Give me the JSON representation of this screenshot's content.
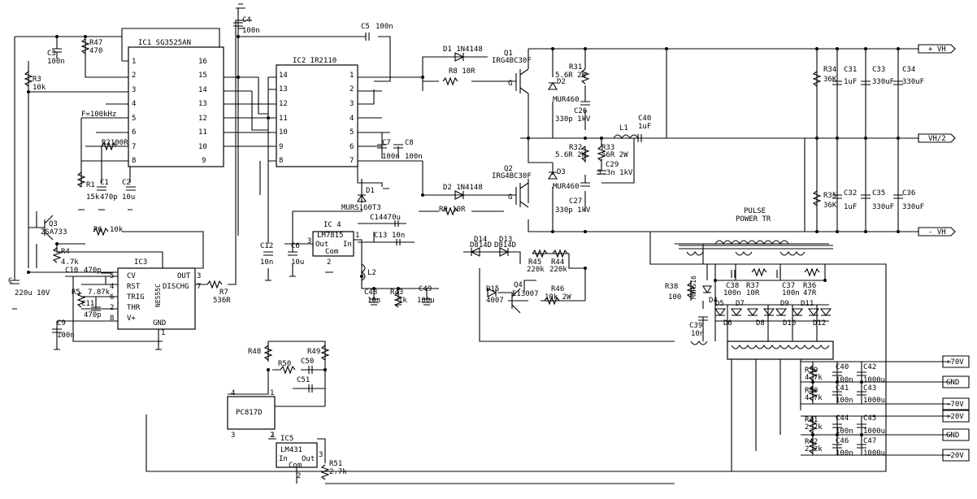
{
  "ic1": {
    "name": "IC1 SG3525AN",
    "left_pins": [
      "1",
      "2",
      "3",
      "4",
      "5",
      "6",
      "7",
      "8"
    ],
    "right_pins": [
      "16",
      "15",
      "14",
      "13",
      "12",
      "11",
      "10",
      "9"
    ],
    "freq": "F=100kHz"
  },
  "ic2": {
    "name": "IC2 IR2110",
    "left_pins": [
      "14",
      "13",
      "12",
      "11",
      "10",
      "9",
      "8"
    ],
    "right_pins": [
      "1",
      "2",
      "3",
      "4",
      "5",
      "6",
      "7"
    ]
  },
  "ic3": {
    "name": "IC3",
    "chip": "NE555C",
    "left_pins": [
      "5",
      "4",
      "6",
      "2",
      "8"
    ],
    "left_labels": [
      "CV",
      "RST",
      "TRIG",
      "THR",
      "V+"
    ],
    "right_pins": [
      "3",
      "7"
    ],
    "right_labels": [
      "OUT",
      "DISCHG"
    ],
    "gnd": "GND",
    "gnd_pin": "1"
  },
  "ic4": {
    "name": "IC 4",
    "chip": "LM7815",
    "out": "Out",
    "in": "In",
    "com": "Com",
    "pin_out": "3",
    "pin_in": "1",
    "pin_com": "2"
  },
  "ic5": {
    "name": "IC5",
    "chip": "LM431",
    "in": "In",
    "out": "Out",
    "com": "Com",
    "pin1": "1",
    "pin3": "3",
    "pin2": "2"
  },
  "opto": {
    "name": "PC817D",
    "pins": [
      "4",
      "1",
      "3",
      "2"
    ]
  },
  "transformer": {
    "label1": "PULSE",
    "label2": "POWER TR"
  },
  "labels": {
    "c3": "C3",
    "c3v": "100n",
    "r47": "R47",
    "r47v": "470",
    "r3": "R3",
    "r3v": "10k",
    "c4": "C4",
    "c4v": "100n",
    "c5": "C5",
    "c5v": "100n",
    "r2": "R2100R",
    "r1": "R1",
    "r1v": "15k",
    "c1": "C1",
    "c1v": "470p",
    "c2": "C2",
    "c2v": "10u",
    "c7": "C7",
    "c7v": "100n",
    "c8": "C8",
    "c8v": "100n",
    "d1": "D1",
    "d1v": "MURS160T3",
    "c14": "C14470u",
    "c12": "C12",
    "c12v": "10n",
    "c6": "C6",
    "c6v": "10u",
    "c13": "C13",
    "c13v": "10n",
    "l2": "L2",
    "c48": "C48",
    "c48v": "10n",
    "r43": "R43",
    "r43v": "1k",
    "c49": "C49",
    "c49v": "100u",
    "q3": "Q3",
    "q3v": "2SA733",
    "r4": "R4",
    "r4v": "4.7k",
    "r6": "R6",
    "r6v": "10k",
    "c": "C",
    "cv": "220u 10V",
    "c10": "C10",
    "c10v": "470p",
    "r5": "R5",
    "r5v": "7.87k",
    "c11": "C11",
    "c11v": "470p",
    "r7": "R7",
    "r7v": "536R",
    "c9": "C9",
    "c9v": "100n",
    "dq1": "D1 1N4148",
    "r8": "R8 10R",
    "q1": "Q1",
    "q1v": "IRG4BC30F",
    "g": "G",
    "d2": "D2",
    "d2v": "MUR460",
    "r31": "R31",
    "r31v": "5.6R 2W",
    "c26": "C26",
    "c26v": "330p 1kV",
    "l1": "L1",
    "c40": "C40",
    "c40v": "1uF",
    "r32": "R32",
    "r32v": "5.6R 2W",
    "r33": "R33",
    "r33v": "56R 2W",
    "c29": "C29",
    "c29v": "3.3n 1kV",
    "q2": "Q2",
    "q2v": "IRG4BC30F",
    "dq2": "D2 1N4148",
    "r9": "R9 10R",
    "d3": "D3",
    "d3v": "MUR460",
    "c27": "C27",
    "c27v": "330p 1kV",
    "r34": "R34",
    "r34v": "36K",
    "c31": "C31",
    "c31v": "1uF",
    "c33": "C33",
    "c33v": "330uF",
    "c34": "C34",
    "c34v": "330uF",
    "r35": "R35",
    "r35v": "36K",
    "c32": "C32",
    "c32v": "1uF",
    "c35": "C35",
    "c35v": "330uF",
    "c36": "C36",
    "c36v": "330uF",
    "d14": "D14",
    "d14v": "D814D",
    "d13": "D13",
    "d13v": "D814D",
    "r45": "R45",
    "r45v": "220k",
    "r44": "R44",
    "r44v": "220k",
    "d15": "D15",
    "d15v": "4007",
    "q4": "Q4",
    "q4v": "E13007",
    "r46": "R46",
    "r46v": "10k 2W",
    "r38": "R38",
    "r38v": "100",
    "d4": "D4",
    "d4v": "MURS16",
    "c39": "C39",
    "c39v": "10n",
    "c38": "C38",
    "c38v": "100n",
    "r37": "R37",
    "r37v": "10R",
    "c37": "C37",
    "c37v": "100n",
    "r36": "R36",
    "r36v": "47R",
    "d5": "D5",
    "d7": "D7",
    "d9": "D9",
    "d11": "D11",
    "d6": "D6",
    "d8": "D8",
    "d10": "D10",
    "d12": "D12",
    "r48": "R48",
    "r49": "R49",
    "r50": "R50",
    "c50": "C50",
    "c51": "C51",
    "r51": "R51",
    "r51v": "2.7k",
    "r39": "R39",
    "r39v": "4.7k",
    "r40": "R40",
    "r40v": "4.7k",
    "c40b": "C40",
    "c40bv": "100n",
    "c42": "C42",
    "c42v": "1000u",
    "c41": "C41",
    "c41v": "100n",
    "c43": "C43",
    "c43v": "1000u",
    "r41": "R41",
    "r41v": "2.2k",
    "r42": "R42",
    "r42v": "2.2k",
    "c44": "C44",
    "c44v": "100n",
    "c45": "C45",
    "c45v": "1000u",
    "c46": "C46",
    "c46v": "100n",
    "c47": "C47",
    "c47v": "1000u"
  },
  "terminals": {
    "vh_pos": "+ VH",
    "vh_half": "VH/2",
    "vh_neg": "- VH",
    "p70": "+70V",
    "gnd1": "GND",
    "m70": "-70V",
    "p20": "+20V",
    "gnd2": "GND",
    "m20": "-20V"
  }
}
